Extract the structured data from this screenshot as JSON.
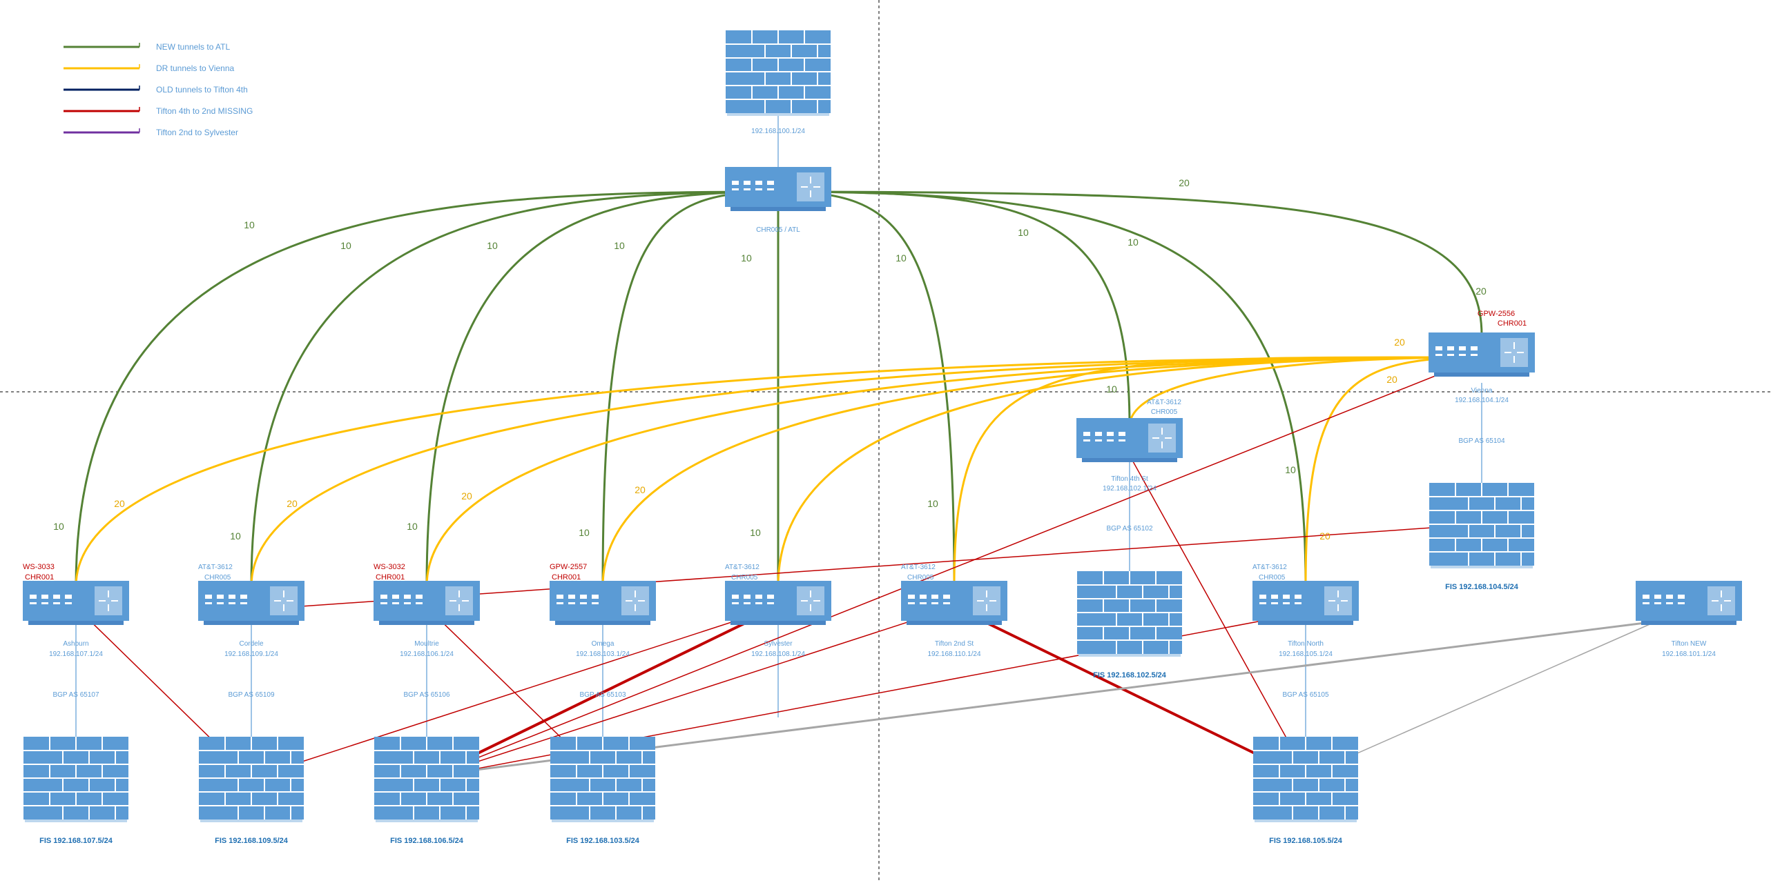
{
  "legend": [
    {
      "text": "NEW tunnels to ATL",
      "color": "#548235"
    },
    {
      "text": "DR tunnels to Vienna",
      "color": "#FFC000"
    },
    {
      "text": "OLD tunnels to Tifton 4th",
      "color": "#002060"
    },
    {
      "text": "Tifton 4th to 2nd MISSING",
      "color": "#C00000"
    },
    {
      "text": "Tifton 2nd to Sylvester",
      "color": "#7030A0"
    }
  ],
  "hub": {
    "firewall_ip": "192.168.100.1/24",
    "router_label": "CHR005 / ATL"
  },
  "vienna": {
    "tag1": "GPW-2556",
    "tag2": "CHR001",
    "name": "Vienna",
    "ip": "192.168.104.1/24",
    "bgp": "BGP AS 65104",
    "fis": "FIS 192.168.104.5/24"
  },
  "tifton4": {
    "tag1": "AT&T-3612",
    "tag2": "CHR005",
    "name": "Tifton 4th St",
    "ip": "192.168.102.1/24",
    "bgp": "BGP AS 65102",
    "fis": "FIS 192.168.102.5/24"
  },
  "sites": [
    {
      "tag1": "WS-3033",
      "tag2": "CHR001",
      "tag_red": true,
      "name": "Ashburn",
      "ip": "192.168.107.1/24",
      "bgp": "BGP AS 65107",
      "fis": "FIS 192.168.107.5/24"
    },
    {
      "tag1": "AT&T-3612",
      "tag2": "CHR005",
      "tag_red": false,
      "name": "Cordele",
      "ip": "192.168.109.1/24",
      "bgp": "BGP AS 65109",
      "fis": "FIS 192.168.109.5/24"
    },
    {
      "tag1": "WS-3032",
      "tag2": "CHR001",
      "tag_red": true,
      "name": "Moultrie",
      "ip": "192.168.106.1/24",
      "bgp": "BGP AS 65106",
      "fis": "FIS 192.168.106.5/24"
    },
    {
      "tag1": "GPW-2557",
      "tag2": "CHR001",
      "tag_red": true,
      "name": "Omega",
      "ip": "192.168.103.1/24",
      "bgp": "BGP AS 65103",
      "fis": "FIS 192.168.103.5/24"
    },
    {
      "tag1": "AT&T-3612",
      "tag2": "CHR005",
      "tag_red": false,
      "name": "Sylvester",
      "ip": "192.168.108.1/24",
      "bgp": "",
      "fis": ""
    },
    {
      "tag1": "AT&T-3612",
      "tag2": "CHR005",
      "tag_red": false,
      "name": "Tifton 2nd St",
      "ip": "192.168.110.1/24",
      "bgp": "",
      "fis": ""
    },
    {
      "tag1": "AT&T-3612",
      "tag2": "CHR005",
      "tag_red": false,
      "name": "Tifton North",
      "ip": "192.168.105.1/24",
      "bgp": "BGP AS 65105",
      "fis": "FIS 192.168.105.5/24"
    },
    {
      "tag1": "",
      "tag2": "",
      "tag_red": false,
      "name": "Tifton NEW",
      "ip": "192.168.101.1/24",
      "bgp": "",
      "fis": ""
    }
  ],
  "atl_weights": [
    "10",
    "10",
    "10",
    "10",
    "10",
    "10",
    "10",
    "10",
    "20"
  ],
  "atl_end_weights": [
    "10",
    "10",
    "10",
    "10",
    "10",
    "10",
    "10",
    "10",
    "20"
  ],
  "dr_weights": [
    "20",
    "20",
    "20",
    "20",
    "20",
    "20",
    "20"
  ],
  "colors": {
    "device": "#5B9BD5",
    "device_dark": "#4A86C5",
    "green": "#548235",
    "gold": "#FFC000",
    "red": "#C00000",
    "gray": "#A6A6A6",
    "tag_red": "#C00000",
    "tag_blue": "#5B9BD5"
  }
}
